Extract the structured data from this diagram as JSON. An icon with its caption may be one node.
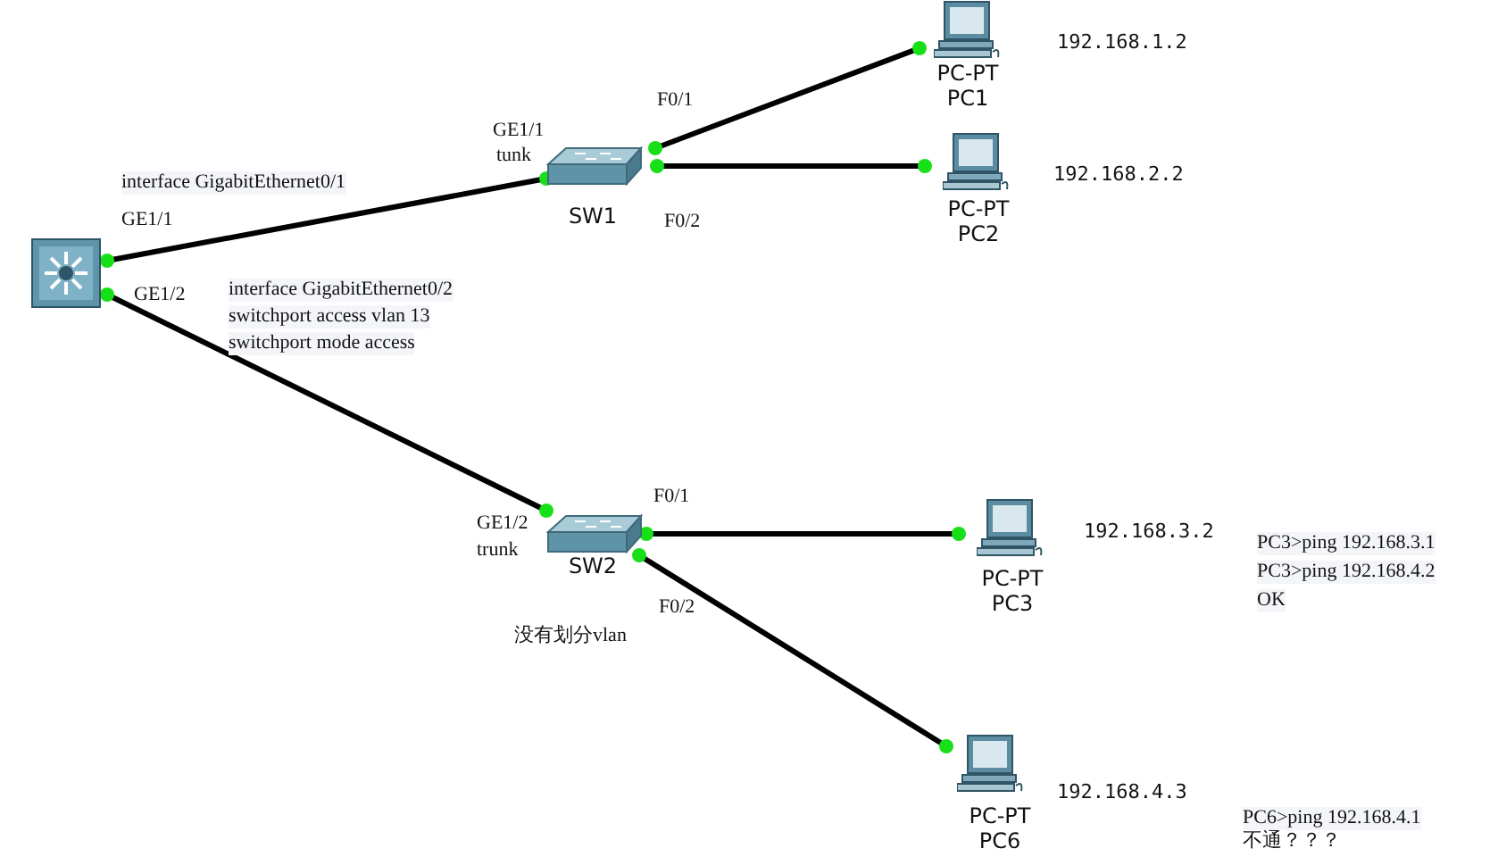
{
  "diagram": {
    "nodes": [
      {
        "text": [],
        "shape": "picture"
      },
      {
        "text": [
          "SW1"
        ]
      },
      {
        "text": [
          "PC-PT",
          "PC1"
        ],
        "beside": [
          "192.168.1.2"
        ]
      },
      {
        "text": [
          "PC-PT",
          "PC2"
        ],
        "beside": [
          "192.168.2.2"
        ]
      },
      {
        "text": [
          "SW2"
        ]
      },
      {
        "text": [
          "PC-PT",
          "PC3"
        ],
        "beside": [
          "192.168.3.2"
        ]
      },
      {
        "text": [
          "PC-PT",
          "PC6"
        ],
        "beside": [
          "192.168.4.3"
        ]
      }
    ],
    "edges": [
      {
        "from": 0,
        "to": 1,
        "arrow": "none"
      },
      {
        "from": 1,
        "to": 2,
        "arrow": "none"
      },
      {
        "from": 1,
        "to": 3,
        "arrow": "none"
      },
      {
        "from": 0,
        "to": 4,
        "arrow": "none"
      },
      {
        "from": 4,
        "to": 5,
        "arrow": "none"
      },
      {
        "from": 4,
        "to": 6,
        "arrow": "none"
      }
    ],
    "labels": [
      "interface GigabitEthernet0/1",
      "GE1/1",
      "GE1/1",
      "tunk",
      "F0/1",
      "F0/2",
      "GE1/2",
      "interface GigabitEthernet0/2",
      "switchport access vlan 13",
      "switchport mode access",
      "GE1/2",
      "trunk",
      "F0/1",
      "F0/2",
      "没有划分vlan",
      "PC3>ping 192.168.3.1",
      "PC3>ping 192.168.4.2",
      "OK",
      "PC6>ping 192.168.4.1",
      "不通？？？"
    ]
  }
}
